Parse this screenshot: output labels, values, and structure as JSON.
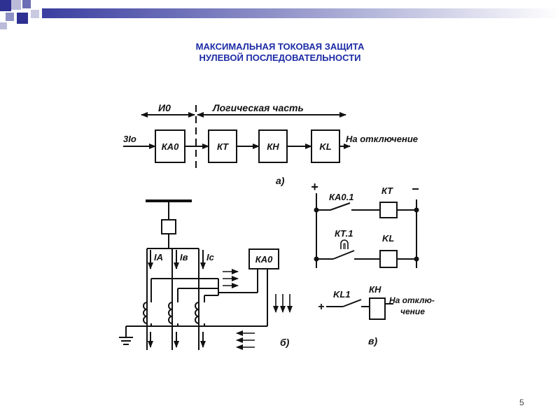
{
  "slide": {
    "title_line1": "МАКСИМАЛЬНАЯ ТОКОВАЯ ЗАЩИТА",
    "title_line2": "НУЛЕВОЙ ПОСЛЕДОВАТЕЛЬНОСТИ",
    "page_number": "5",
    "accent_color": "#1c2ba5"
  },
  "diagram_a": {
    "section_io": "И0",
    "section_logic": "Логическая часть",
    "input_label": "3Io",
    "blocks": [
      "КА0",
      "КТ",
      "КН",
      "KL"
    ],
    "output_label": "На отключение",
    "caption": "а)"
  },
  "diagram_b": {
    "current_labels": [
      "IA",
      "Iв",
      "Iс"
    ],
    "relay_label": "КА0",
    "caption": "б)"
  },
  "diagram_v": {
    "plus": "+",
    "minus": "−",
    "contact_ka0": "КА0.1",
    "coil_kt": "КТ",
    "contact_kt": "КТ.1",
    "coil_kl": "KL",
    "contact_kl": "KL1",
    "coil_kh": "КН",
    "output_line1": "На отклю-",
    "output_line2": "чение",
    "caption": "в)"
  }
}
